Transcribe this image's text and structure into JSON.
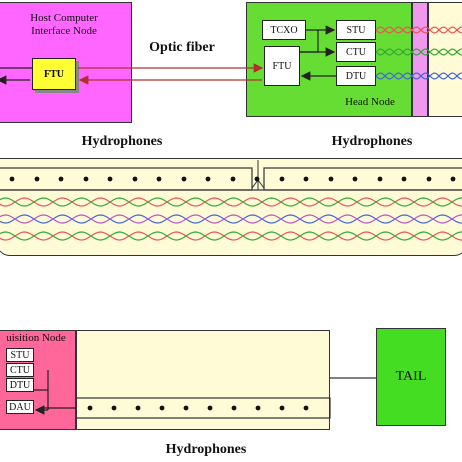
{
  "host_node": {
    "title_line1": "Host Computer",
    "title_line2": "Interface Node",
    "ftu_label": "FTU",
    "color": "#ff66ff"
  },
  "fiber": {
    "label": "Optic fiber",
    "color": "#b03030"
  },
  "head_node": {
    "label": "Head Node",
    "tcxo_label": "TCXO",
    "stu_label": "STU",
    "ctu_label": "CTU",
    "dtu_label": "DTU",
    "ftu_label": "FTU",
    "color": "#66dd33"
  },
  "hydrophones_top_left": "Hydrophones",
  "hydrophones_top_right": "Hydrophones",
  "hydrophones_bottom": "Hydrophones",
  "acquisition_node": {
    "title": "uisition Node",
    "stu_label": "STU",
    "ctu_label": "CTU",
    "dtu_label": "DTU",
    "dau_label": "DAU",
    "color": "#ff6699"
  },
  "tail": {
    "label": "TAIL",
    "color": "#44dd22"
  },
  "twisted_pair_colors": [
    "#ee5555",
    "#33aa33",
    "#4466dd",
    "#bb55cc"
  ]
}
